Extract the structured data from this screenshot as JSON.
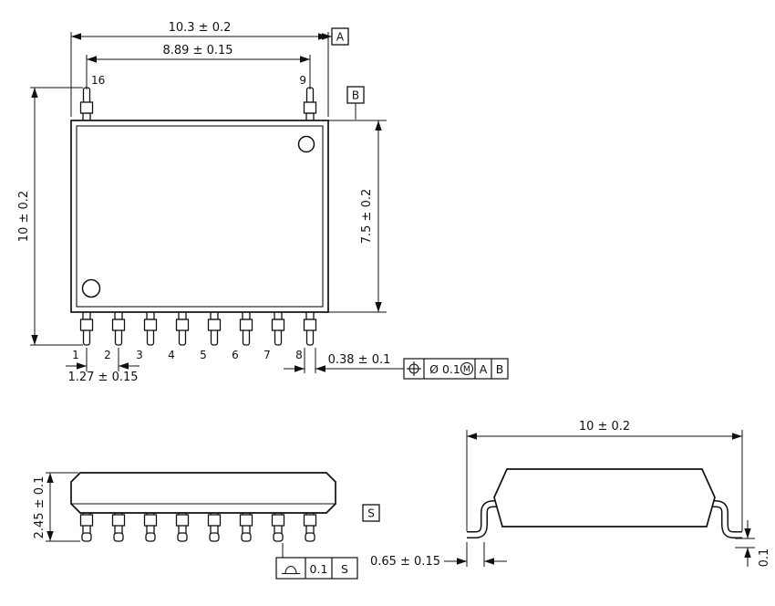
{
  "top_view": {
    "dim_overall_width": "10.3 ± 0.2",
    "dim_lead_span": "8.89 ± 0.15",
    "pin_top_left": "16",
    "pin_top_right": "9",
    "datum_a": "A",
    "datum_b": "B",
    "dim_overall_length": "10 ± 0.2",
    "dim_body_width": "7.5 ± 0.2",
    "pin_numbers": [
      "1",
      "2",
      "3",
      "4",
      "5",
      "6",
      "7",
      "8"
    ],
    "dim_pitch": "1.27 ± 0.15",
    "dim_lead_width": "0.38 ± 0.1",
    "position_fcf": {
      "symbol": "true-position-icon",
      "tolerance": "Ø 0.1",
      "modifier": "M",
      "datum_primary": "A",
      "datum_secondary": "B"
    }
  },
  "front_view": {
    "dim_height": "2.45 ± 0.1",
    "datum_s": "S",
    "seating_fcf": {
      "symbol": "seating-plane-icon",
      "tolerance": "0.1",
      "datum": "S"
    }
  },
  "side_view": {
    "dim_overall_width": "10 ± 0.2",
    "dim_foot_length": "0.65 ± 0.15",
    "dim_standoff": "0.1"
  },
  "colors": {
    "line": "#111111",
    "background": "#ffffff"
  }
}
